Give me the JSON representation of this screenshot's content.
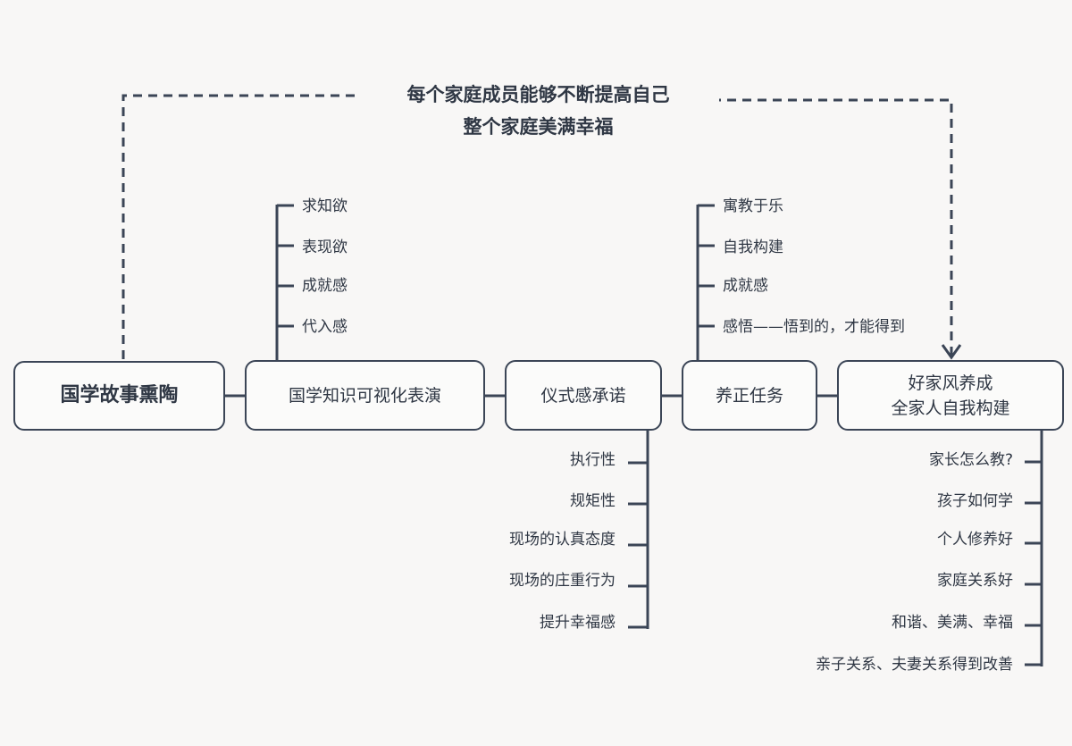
{
  "title": {
    "line1": "每个家庭成员能够不断提高自己",
    "line2": "整个家庭美满幸福"
  },
  "nodes": {
    "root": "国学故事熏陶",
    "visualize": "国学知识可视化表演",
    "ritual": "仪式感承诺",
    "task": "养正任务",
    "goal": "好家风养成\n全家人自我构建"
  },
  "branches": {
    "visualize": [
      "求知欲",
      "表现欲",
      "成就感",
      "代入感"
    ],
    "ritual": [
      "执行性",
      "规矩性",
      "现场的认真态度",
      "现场的庄重行为",
      "提升幸福感"
    ],
    "task": [
      "寓教于乐",
      "自我构建",
      "成就感",
      "感悟——悟到的，才能得到"
    ],
    "goal": [
      "家长怎么教?",
      "孩子如何学",
      "个人修养好",
      "家庭关系好",
      "和谐、美满、幸福",
      "亲子关系、夫妻关系得到改善"
    ]
  },
  "colors": {
    "line": "#3b4556",
    "text": "#2f3744",
    "background": "#f8f7f6"
  }
}
